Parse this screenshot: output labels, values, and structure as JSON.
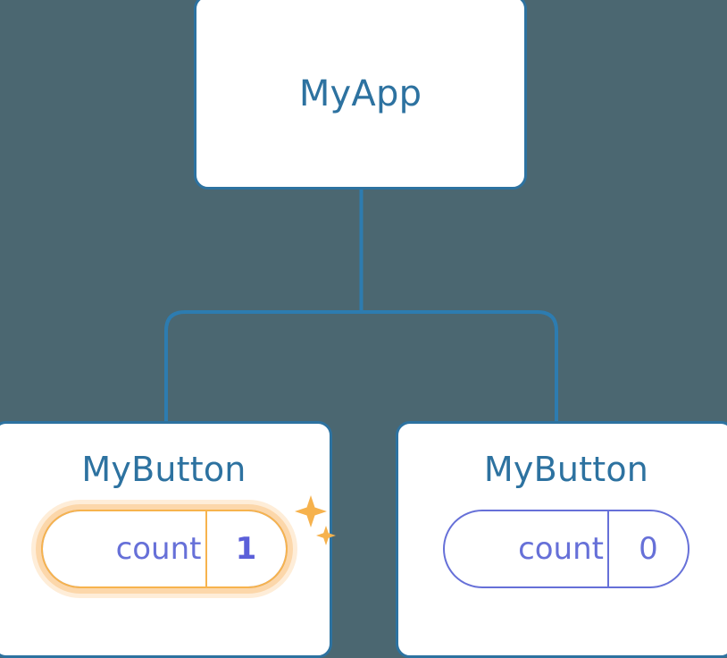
{
  "diagram": {
    "type": "component-tree",
    "background_color": "#4b6771",
    "node_border_color": "#2d72a0",
    "node_title_color": "#2d72a0",
    "connector_color": "#2d7cb0",
    "state_color": "#6670d8",
    "highlight_color": "#f7b34d",
    "highlight_glow_color": "#fcd4a3",
    "root": {
      "title": "MyApp"
    },
    "children": [
      {
        "title": "MyButton",
        "state": {
          "key": "count",
          "value": "1"
        },
        "updated": true,
        "sparkle_icon": "sparkles-icon"
      },
      {
        "title": "MyButton",
        "state": {
          "key": "count",
          "value": "0"
        },
        "updated": false
      }
    ]
  }
}
